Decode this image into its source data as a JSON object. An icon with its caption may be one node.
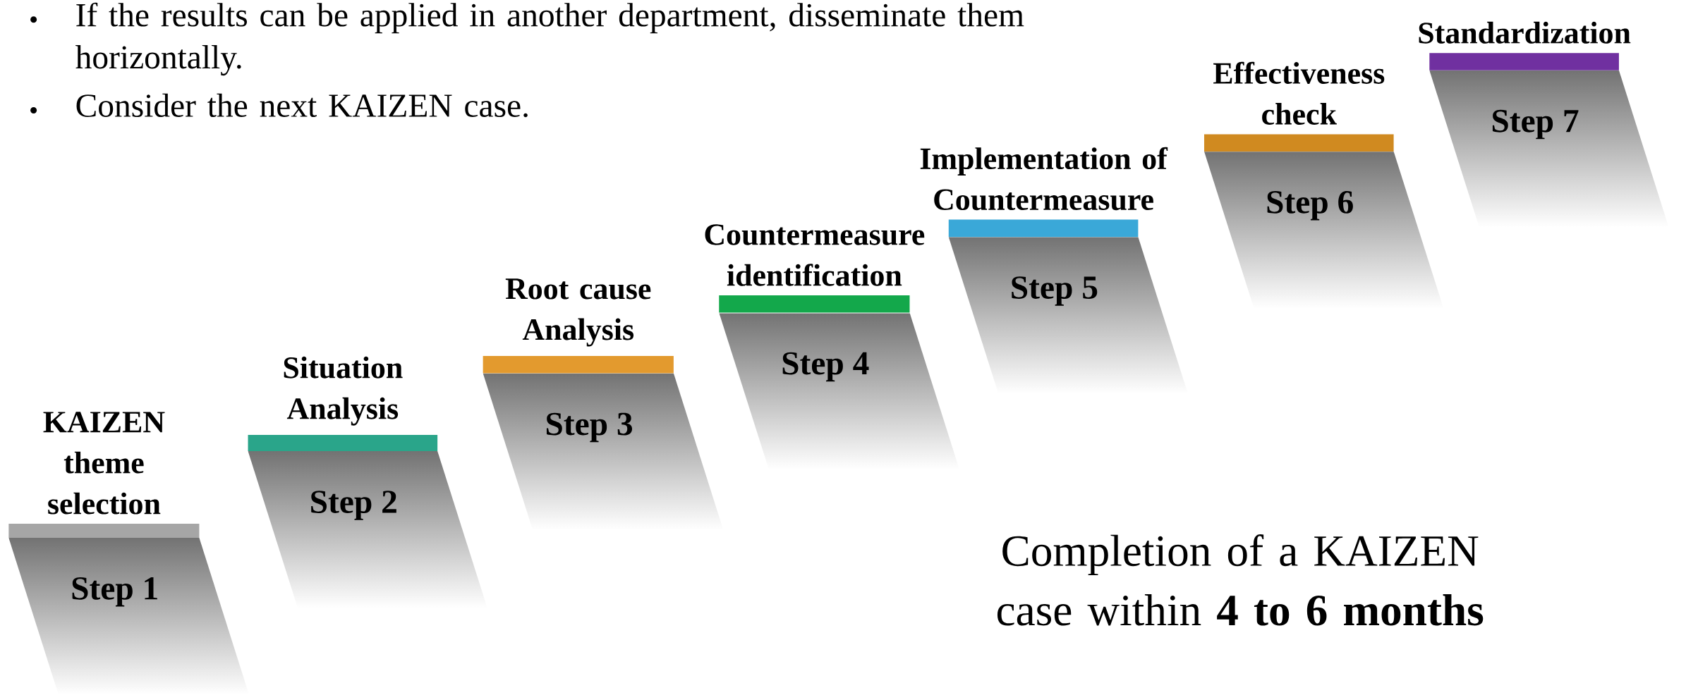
{
  "diagram": {
    "nodes": [
      {
        "text": [
          "KAIZEN theme selection",
          "Step 1"
        ]
      },
      {
        "text": [
          "Situation Analysis",
          "Step 2"
        ]
      },
      {
        "text": [
          "Root cause Analysis",
          "Step 3"
        ]
      },
      {
        "text": [
          "Countermeasure identification",
          "Step 4"
        ]
      },
      {
        "text": [
          "Implementation of Countermeasure",
          "Step 5"
        ]
      },
      {
        "text": [
          "Effectiveness check",
          "Step 6"
        ]
      },
      {
        "text": [
          "Standardization",
          "Step 7"
        ]
      }
    ],
    "edges": [],
    "labels": [
      "If the results can be applied in another department, disseminate them horizontally.",
      "Consider the next KAIZEN case.",
      "Completion of a KAIZEN case within **4 to 6 months**"
    ]
  }
}
